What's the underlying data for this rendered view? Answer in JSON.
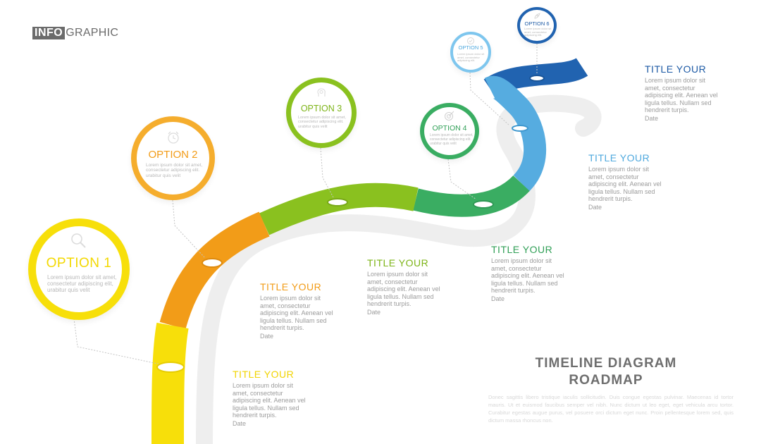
{
  "header": {
    "logo_box": "INFO",
    "logo_rest": "GRAPHIC"
  },
  "options": [
    {
      "label": "OPTION 1",
      "description": "Lorem ipsum dolor sit amet, consectetur adipiscing elit, urabitur quis velit",
      "icon": "search-icon",
      "color": "#f7df0a"
    },
    {
      "label": "OPTION 2",
      "description": "Lorem ipsum dolor sit amet, consectetur adipiscing elit. urabitur quis velit",
      "icon": "alarm-clock-icon",
      "color": "#f5ad2d"
    },
    {
      "label": "OPTION 3",
      "description": "Lorem ipsum dolor sit amet, consectetur adipiscing elit. urabitur quis velit",
      "icon": "head-gear-icon",
      "color": "#8ac11f"
    },
    {
      "label": "OPTION 4",
      "description": "Lorem ipsum dolor sit amet, consectetur adipiscing elit. urabitur quis velit",
      "icon": "target-icon",
      "color": "#3aad62"
    },
    {
      "label": "OPTION 5",
      "description": "Lorem ipsum dolor sit amet, consectetur adipiscing elit.",
      "icon": "checkmark-badge-icon",
      "color": "#7ec6ee"
    },
    {
      "label": "OPTION 6",
      "description": "Lorem ipsum dolor sit amet, consectetur adipiscing elit.",
      "icon": "rocket-icon",
      "color": "#2163b0"
    }
  ],
  "text_blocks": [
    {
      "title": "TITLE  YOUR",
      "body": "Lorem ipsum dolor sit amet, consectetur adipiscing elit. Aenean vel ligula tellus. Nullam sed hendrerit turpis.",
      "date": "Date",
      "color": "#f1d400"
    },
    {
      "title": "TITLE  YOUR",
      "body": "Lorem ipsum dolor sit amet, consectetur adipiscing elit. Aenean vel ligula tellus. Nullam sed hendrerit turpis.",
      "date": "Date",
      "color": "#f29c18"
    },
    {
      "title": "TITLE  YOUR",
      "body": "Lorem ipsum dolor sit amet, consectetur adipiscing elit. Aenean vel ligula tellus. Nullam sed hendrerit turpis.",
      "date": "Date",
      "color": "#7db417"
    },
    {
      "title": "TITLE  YOUR",
      "body": "Lorem ipsum dolor sit amet, consectetur adipiscing elit. Aenean vel ligula tellus. Nullam sed hendrerit turpis.",
      "date": "Date",
      "color": "#2f9f56"
    },
    {
      "title": "TITLE  YOUR",
      "body": "Lorem ipsum dolor sit amet, consectetur adipiscing elit. Aenean vel ligula tellus. Nullam sed hendrerit turpis.",
      "date": "Date",
      "color": "#4fa9de"
    },
    {
      "title": "TITLE  YOUR",
      "body": "Lorem ipsum dolor sit amet, consectetur adipiscing elit. Aenean vel ligula tellus. Nullam sed hendrerit turpis.",
      "date": "Date",
      "color": "#1d5aa5"
    }
  ],
  "diagram_title": {
    "line1": "TIMELINE  DIAGRAM",
    "line2": "ROADMAP"
  },
  "diagram_subtitle": "Donec sagittis libero tristique iaculis sollicitudin. Duis congue egestas pulvinar. Maecenas id tortor mauris. Ut et euismod faucibus semper vel nibh. Nunc dictum ut leo eget, eget vehicula arcu tortor. Curabitur egestas augue purus, vel posuere orci dictum eget nunc. Proin pellentesque lorem sed, quis dictum massa rhoncus non."
}
